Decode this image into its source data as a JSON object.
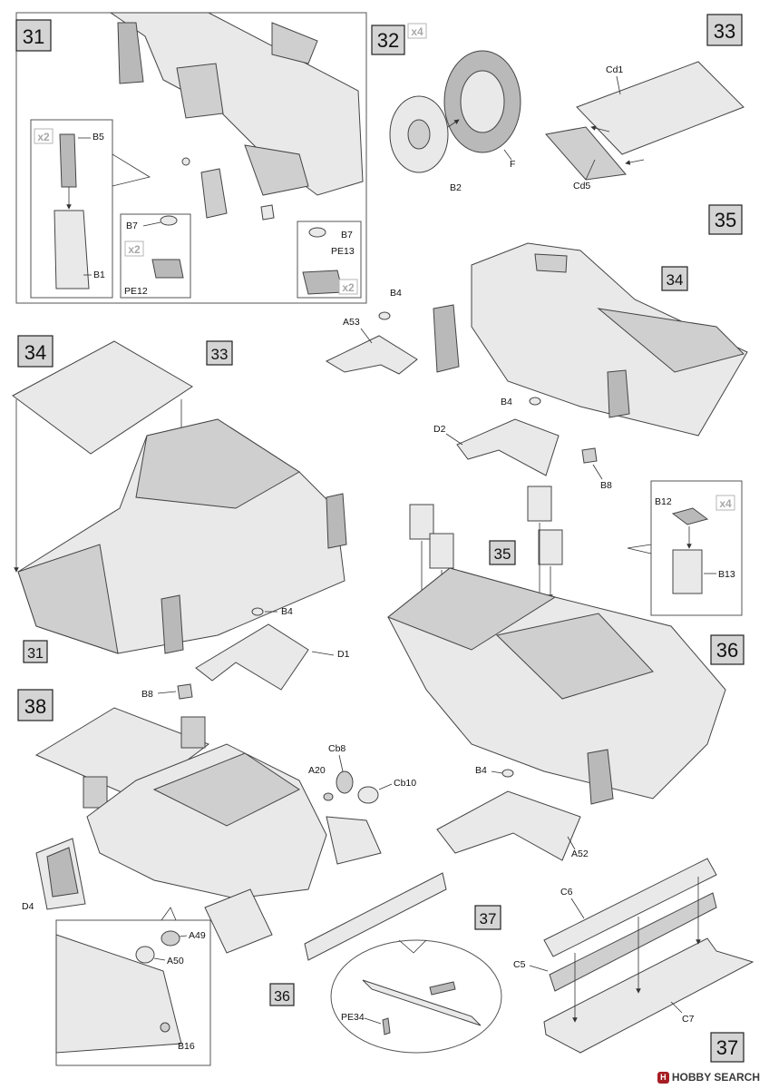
{
  "steps": {
    "s31": "31",
    "s32": "32",
    "s33": "33",
    "s34": "34",
    "s35": "35",
    "s36": "36",
    "s37": "37",
    "s38": "38"
  },
  "multipliers": {
    "x2": "x2",
    "x4": "x4"
  },
  "parts": {
    "B5": "B5",
    "B1": "B1",
    "B7": "B7",
    "PE12": "PE12",
    "PE13": "PE13",
    "B2": "B2",
    "F": "F",
    "Cd1": "Cd1",
    "Cd5": "Cd5",
    "A53": "A53",
    "B4": "B4",
    "D2": "D2",
    "B8": "B8",
    "D1": "D1",
    "B12": "B12",
    "B13": "B13",
    "Cb8": "Cb8",
    "Cb10": "Cb10",
    "A20": "A20",
    "A52": "A52",
    "D4": "D4",
    "A49": "A49",
    "A50": "A50",
    "B16": "B16",
    "C6": "C6",
    "C5": "C5",
    "C7": "C7",
    "PE34": "PE34"
  },
  "refs": {
    "r31": "31",
    "r33": "33",
    "r34": "34",
    "r35": "35",
    "r36": "36",
    "r37": "37"
  },
  "footer": {
    "text": "HOBBY SEARCH",
    "mark": "H"
  }
}
